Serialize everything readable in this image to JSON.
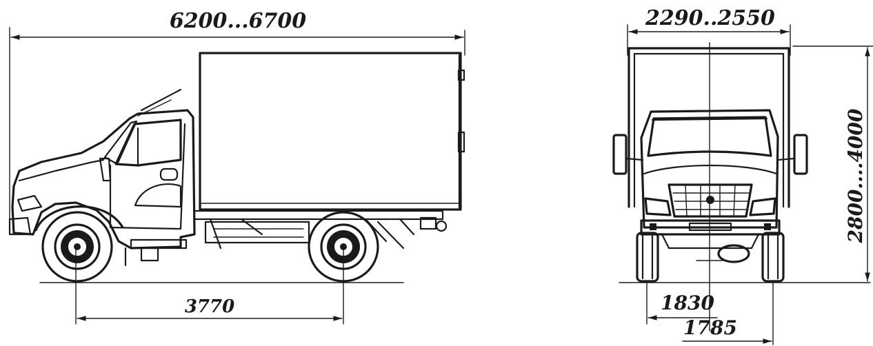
{
  "dimensions": {
    "overall_length": "6200...6700",
    "wheelbase": "3770",
    "overall_width": "2290..2550",
    "overall_height": "2800....4000",
    "front_track": "1830",
    "rear_track": "1785"
  }
}
